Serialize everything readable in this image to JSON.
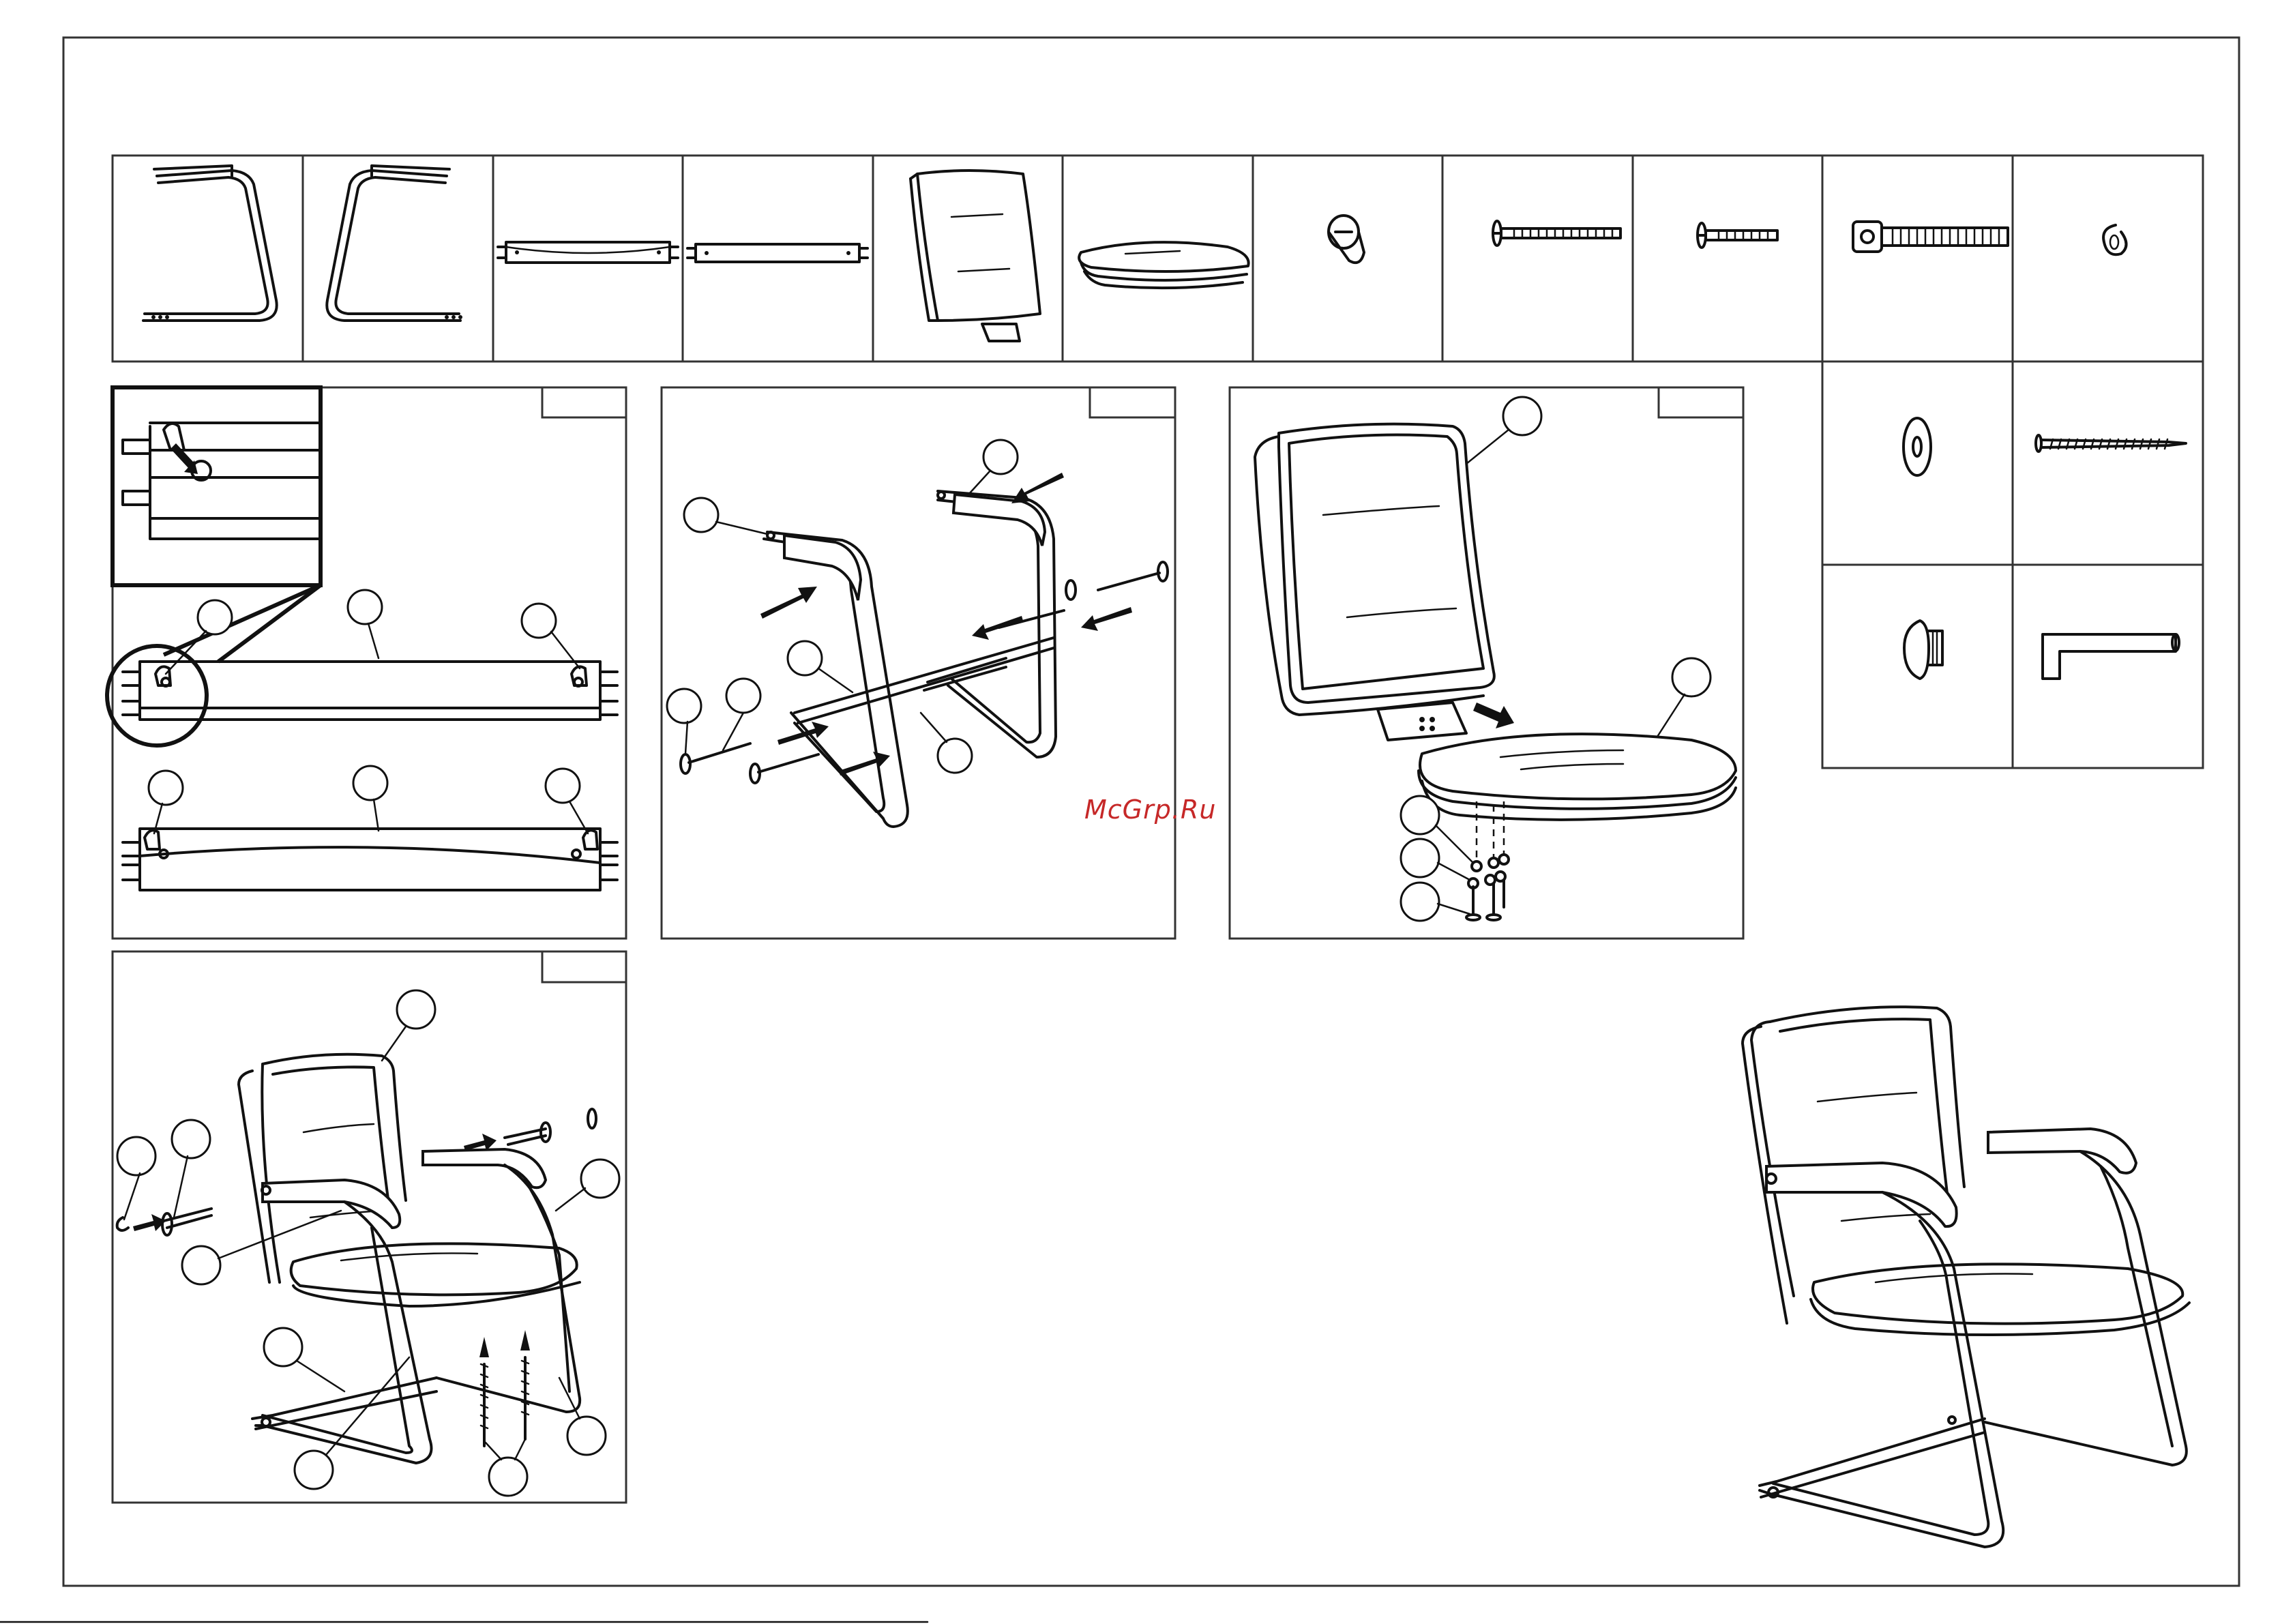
{
  "watermark": {
    "text": "McGrp.Ru",
    "color": "#c62828"
  },
  "parts_strip": {
    "items": [
      {
        "icon": "left-leg-frame-icon"
      },
      {
        "icon": "right-leg-frame-icon"
      },
      {
        "icon": "front-crossbar-icon"
      },
      {
        "icon": "rear-crossbar-icon"
      },
      {
        "icon": "backrest-icon"
      },
      {
        "icon": "seat-cushion-icon"
      },
      {
        "icon": "barrel-nut-icon"
      },
      {
        "icon": "long-bolt-icon"
      },
      {
        "icon": "short-bolt-icon"
      },
      {
        "icon": "allen-bolt-icon"
      },
      {
        "icon": "spring-washer-icon"
      },
      {
        "icon": "flat-washer-icon"
      },
      {
        "icon": "wood-screw-icon"
      },
      {
        "icon": "end-cap-icon"
      },
      {
        "icon": "allen-key-icon"
      }
    ]
  },
  "steps": [
    {
      "name": "step-1-crossbars"
    },
    {
      "name": "step-2-frame"
    },
    {
      "name": "step-3-seat-back"
    },
    {
      "name": "step-4-final-assembly"
    }
  ],
  "result": {
    "icon": "assembled-chair-icon"
  }
}
